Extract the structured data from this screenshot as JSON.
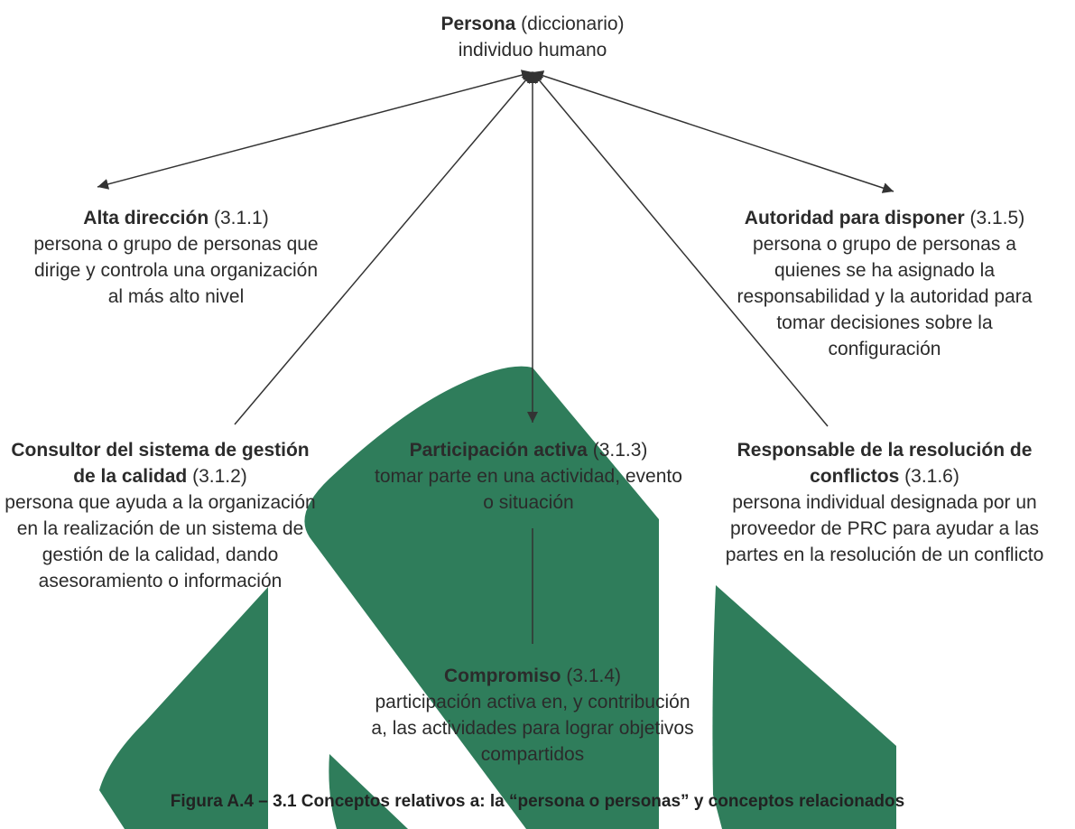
{
  "diagram": {
    "root": {
      "term": "Persona",
      "qualifier": "(diccionario)",
      "definition": "individuo humano"
    },
    "concepts": [
      {
        "term": "Alta dirección",
        "ref": "(3.1.1)",
        "definition": "persona o grupo de personas que dirige y controla una organización al más alto nivel"
      },
      {
        "term": "Autoridad para disponer",
        "ref": "(3.1.5)",
        "definition": "persona o grupo de personas a quienes se ha asignado la responsabilidad y la autoridad para tomar decisiones sobre la configuración"
      },
      {
        "term": "Consultor del sistema de gestión de la calidad",
        "ref": "(3.1.2)",
        "definition": "persona que ayuda a la organización en la realización de un sistema de gestión de la calidad, dando asesoramiento o información"
      },
      {
        "term": "Participación activa",
        "ref": "(3.1.3)",
        "definition": "tomar parte en una actividad, evento o situación"
      },
      {
        "term": "Responsable de la resolución de conflictos",
        "ref": "(3.1.6)",
        "definition": "persona individual designada por un proveedor de PRC para ayudar a las partes en la resolución de un conflicto"
      },
      {
        "term": "Compromiso",
        "ref": "(3.1.4)",
        "definition": "participación activa en, y contribución a, las actividades para lograr objetivos compartidos"
      }
    ],
    "caption": "Figura A.4 – 3.1 Conceptos relativos a: la “persona o personas” y conceptos relacionados"
  },
  "colors": {
    "watermark": "#2f7d5b",
    "line": "#333333",
    "text": "#2b2b2b"
  }
}
